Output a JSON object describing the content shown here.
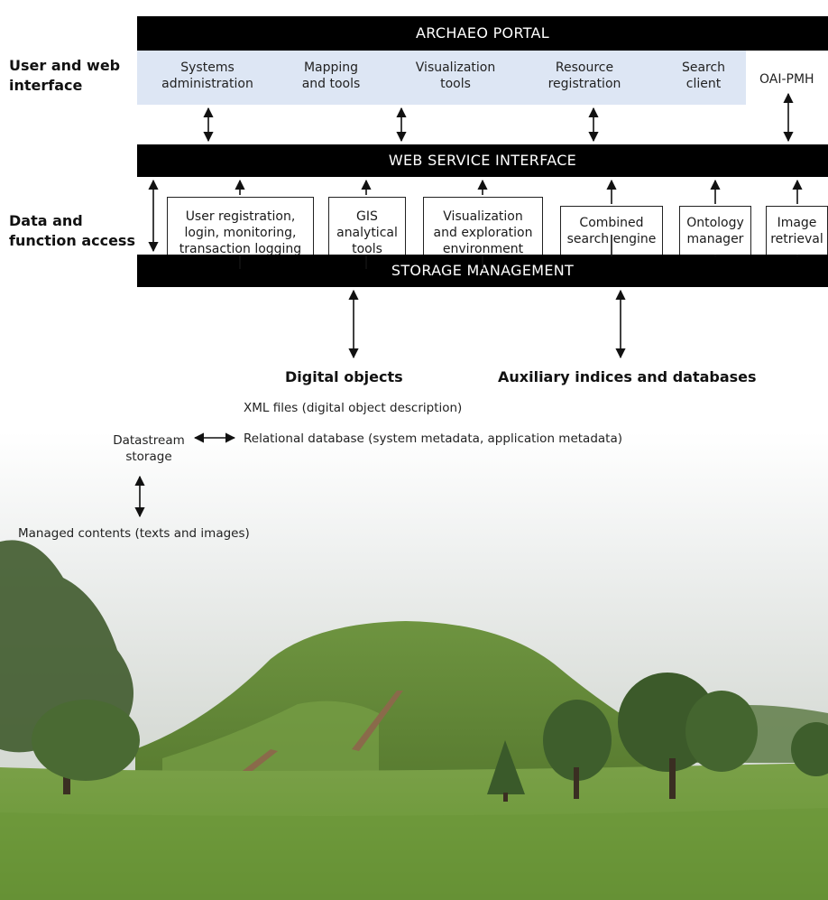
{
  "portal": {
    "title": "ARCHAEO PORTAL",
    "items": [
      "Systems administration",
      "Mapping and tools",
      "Visualization tools",
      "Resource registration",
      "Search client"
    ],
    "items_lines": [
      [
        "Systems",
        "administration"
      ],
      [
        "Mapping",
        "and tools"
      ],
      [
        "Visualization",
        "tools"
      ],
      [
        "Resource",
        "registration"
      ],
      [
        "Search",
        "client"
      ]
    ],
    "oai": "OAI-PMH"
  },
  "labels": {
    "user_web_1": "User and web",
    "user_web_2": "interface",
    "data_func_1": "Data and",
    "data_func_2": "function access"
  },
  "web_service": {
    "title": "WEB SERVICE INTERFACE"
  },
  "functions": {
    "boxes": [
      [
        "User registration,",
        "login, monitoring,",
        "transaction logging"
      ],
      [
        "GIS",
        "analytical",
        "tools"
      ],
      [
        "Visualization",
        "and exploration",
        "environment"
      ],
      [
        "Combined",
        "search engine"
      ],
      [
        "Ontology",
        "manager"
      ],
      [
        "Image",
        "retrieval"
      ]
    ]
  },
  "storage": {
    "title": "STORAGE MANAGEMENT"
  },
  "storage_targets": {
    "digital_objects": "Digital objects",
    "auxiliary": "Auxiliary indices and databases"
  },
  "datastream": {
    "xml": "XML files (digital object description)",
    "label_1": "Datastream",
    "label_2": "storage",
    "relational": "Relational database (system metadata, application metadata)",
    "managed": "Managed contents (texts and images)"
  },
  "colors": {
    "black_bar": "#000000",
    "portal_band": "#dde6f4",
    "grass": "#6e9a3e",
    "sky": "#e8ecee"
  }
}
